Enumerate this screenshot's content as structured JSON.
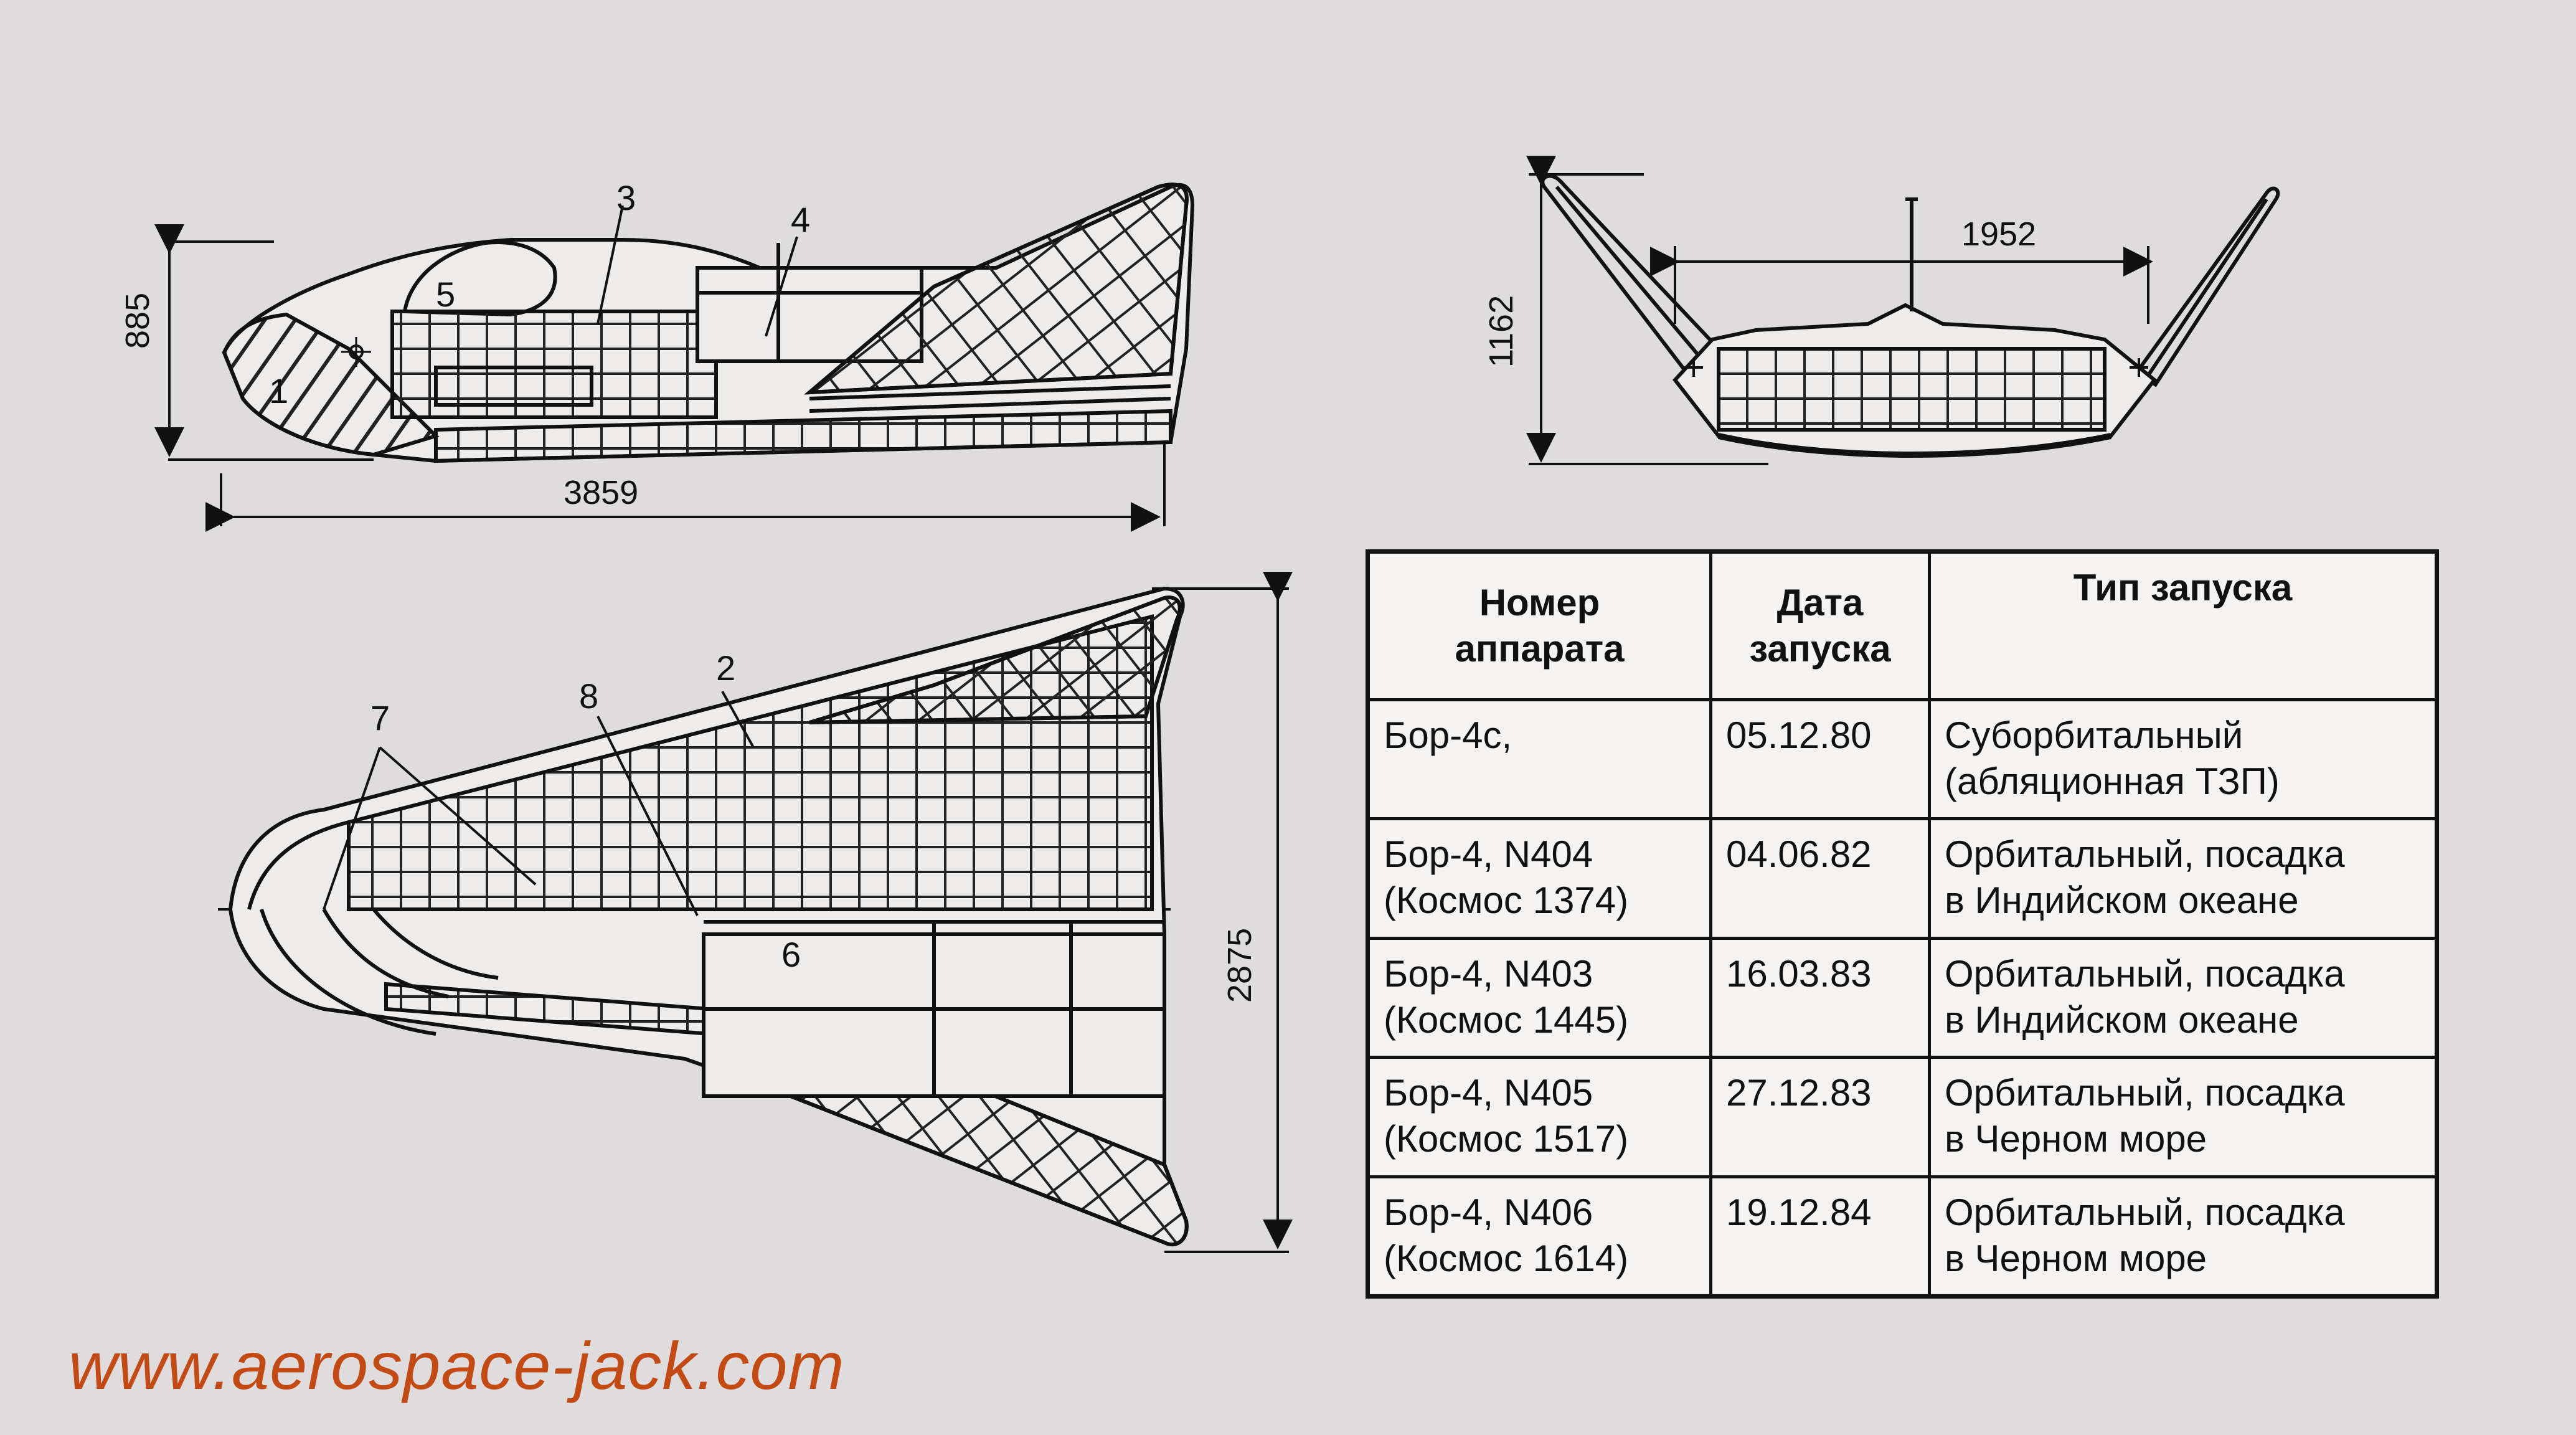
{
  "side_view": {
    "length_dim": "3859",
    "height_dim": "885",
    "callouts": [
      "1",
      "3",
      "4",
      "5"
    ]
  },
  "front_view": {
    "span_dim": "1952",
    "height_dim": "1162"
  },
  "plan_view": {
    "length_dim": "2875",
    "callouts": [
      "2",
      "6",
      "7",
      "8"
    ]
  },
  "table": {
    "headers": [
      "Номер\nаппарата",
      "Дата\nзапуска",
      "Тип запуска"
    ],
    "rows": [
      {
        "apparatus": "Бор-4с,",
        "date": "05.12.80",
        "type": "Суборбитальный\n(абляционная ТЗП)"
      },
      {
        "apparatus": "Бор-4, N404\n(Космос 1374)",
        "date": "04.06.82",
        "type": "Орбитальный, посадка\nв Индийском океане"
      },
      {
        "apparatus": "Бор-4, N403\n(Космос 1445)",
        "date": "16.03.83",
        "type": "Орбитальный, посадка\nв Индийском океане"
      },
      {
        "apparatus": "Бор-4, N405\n(Космос 1517)",
        "date": "27.12.83",
        "type": "Орбитальный, посадка\nв Черном море"
      },
      {
        "apparatus": "Бор-4, N406\n(Космос 1614)",
        "date": "19.12.84",
        "type": "Орбитальный, посадка\nв Черном море"
      }
    ]
  },
  "watermark": "www.aerospace-jack.com",
  "colors": {
    "background": "#dedcdd",
    "ink": "#111111",
    "watermark": "#c44a14",
    "table_bg": "#f4f3f2"
  }
}
